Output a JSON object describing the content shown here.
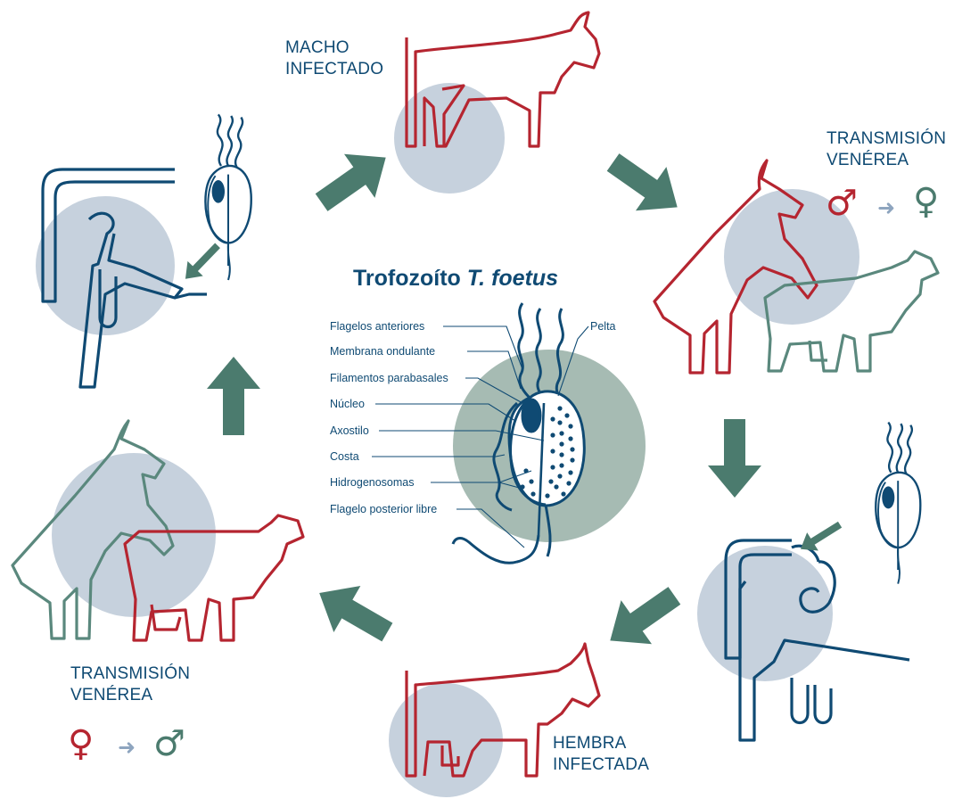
{
  "colors": {
    "navy": "#0f4a73",
    "red": "#b52530",
    "green": "#4b7b6e",
    "teal": "#5a887d",
    "circle": "#c6d1dd",
    "center_circle": "#a6bbb3",
    "grey_arrow": "#8ea5bf"
  },
  "labels": {
    "male_infected": [
      "MACHO",
      "INFECTADO"
    ],
    "venereal_top": [
      "TRANSMISIÓN",
      "VENÉREA"
    ],
    "female_infected": [
      "HEMBRA",
      "INFECTADA"
    ],
    "venereal_bottom": [
      "TRANSMISIÓN",
      "VENÉREA"
    ]
  },
  "symbols": {
    "male": "♂",
    "female": "♀",
    "arrow": "➜"
  },
  "center": {
    "title": "Trofozoíto",
    "title_italic": "T. foetus",
    "parts_left": [
      "Flagelos anteriores",
      "Membrana ondulante",
      "Filamentos parabasales",
      "Núcleo",
      "Axostilo",
      "Costa",
      "Hidrogenosomas",
      "Flagelo posterior libre"
    ],
    "parts_right": [
      "Pelta"
    ]
  },
  "icons": [
    "arrow-icon",
    "bull-icon",
    "cow-icon",
    "mating-icon",
    "insemination-icon",
    "trophozoite-icon",
    "male-symbol-icon",
    "female-symbol-icon"
  ]
}
